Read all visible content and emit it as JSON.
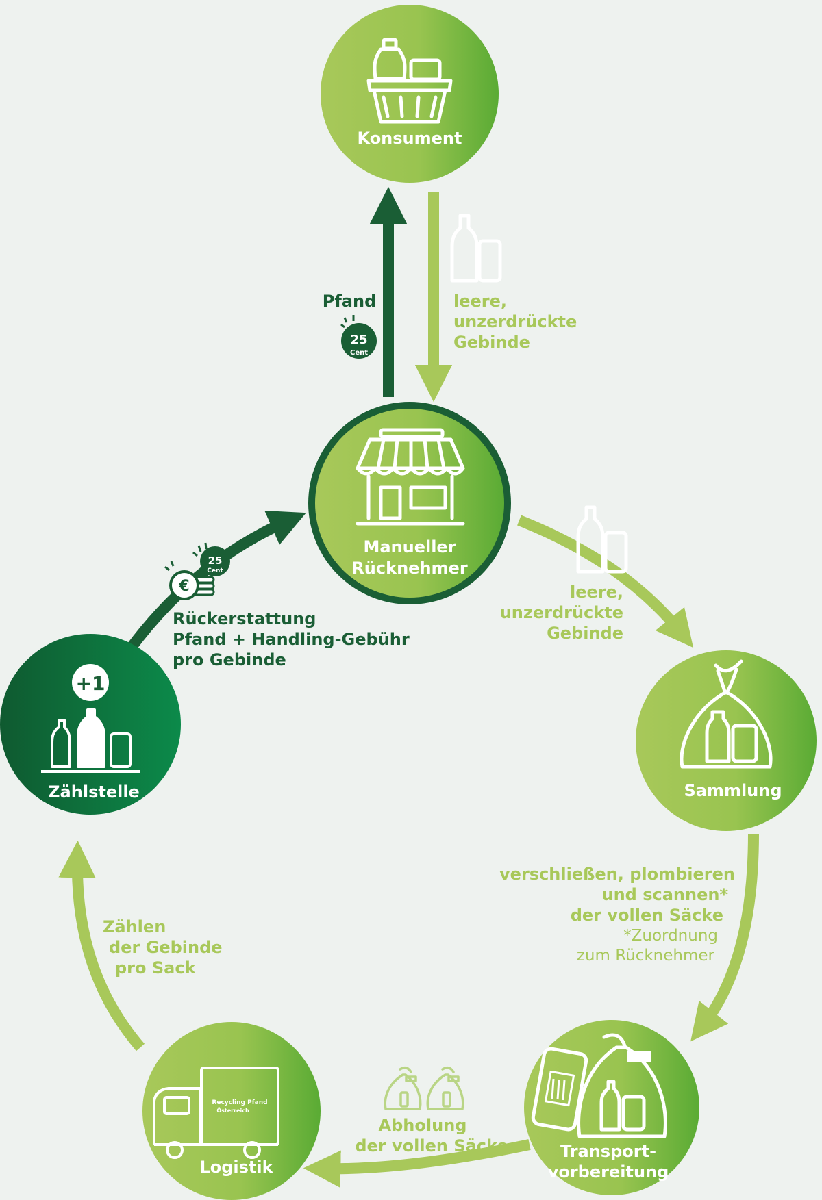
{
  "nodes": {
    "konsument": "Konsument",
    "ruecknehmer_1": "Manueller",
    "ruecknehmer_2": "Rücknehmer",
    "sammlung": "Sammlung",
    "transport_1": "Transport-",
    "transport_2": "vorbereitung",
    "logistik": "Logistik",
    "zaehlstelle": "Zählstelle"
  },
  "badges": {
    "plus_one": "+1",
    "coin_value": "25",
    "coin_unit": "Cent",
    "euro": "€"
  },
  "truck_logo": {
    "line1": "Recycling Pfand",
    "line2": "Österreich"
  },
  "labels": {
    "pfand": "Pfand",
    "top_leere": [
      "leere,",
      "unzerdrückte",
      "Gebinde"
    ],
    "right_leere": [
      "leere,",
      "unzerdrückte",
      "Gebinde"
    ],
    "rueckerstattung": [
      "Rückerstattung",
      "Pfand + Handling-Gebühr",
      "pro Gebinde"
    ],
    "verschliessen": [
      "verschließen, plombieren",
      "und scannen*",
      "der vollen Säcke"
    ],
    "zuordnung": [
      "*Zuordnung",
      "zum Rücknehmer"
    ],
    "zaehlen": [
      "Zählen",
      "der Gebinde",
      "pro Sack"
    ],
    "abholung": [
      "Abholung",
      "der vollen Säcke"
    ]
  },
  "colors": {
    "light_green": "#a8c85a",
    "bright_green": "#5aab34",
    "dark_green": "#1a5e35",
    "background": "#eef2ef"
  }
}
